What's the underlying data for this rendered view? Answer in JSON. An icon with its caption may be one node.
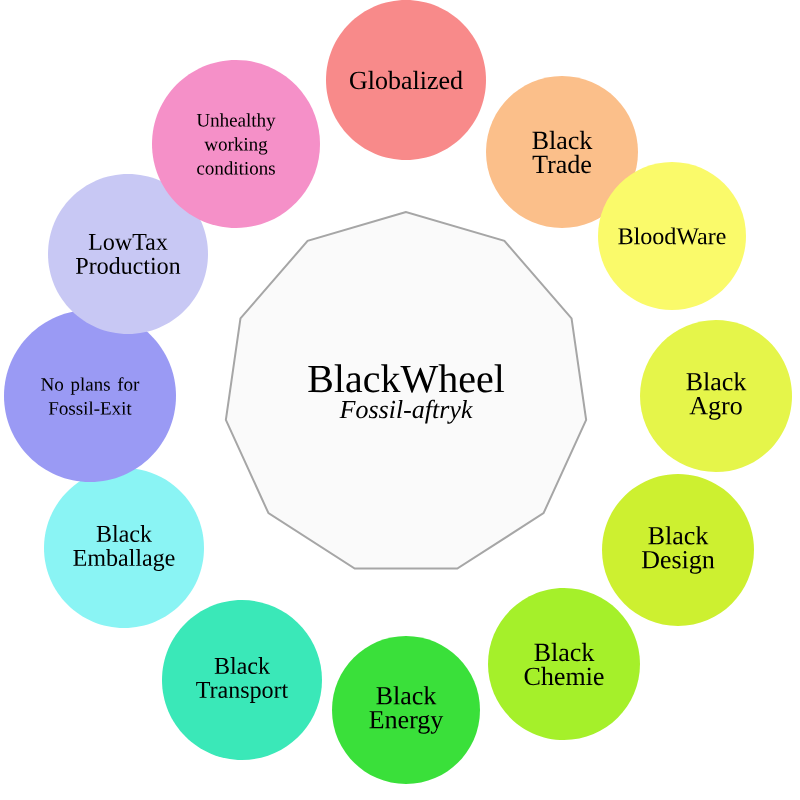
{
  "diagram": {
    "nodes": [
      {
        "text": [
          "BlackWheel",
          "Fossil-aftryk"
        ]
      },
      {
        "text": [
          "Globalized"
        ]
      },
      {
        "text": [
          "Black Trade"
        ]
      },
      {
        "text": [
          "BloodWare"
        ]
      },
      {
        "text": [
          "Black Agro"
        ]
      },
      {
        "text": [
          "Black Design"
        ]
      },
      {
        "text": [
          "Black Chemie"
        ]
      },
      {
        "text": [
          "Black Energy"
        ]
      },
      {
        "text": [
          "Black Transport"
        ]
      },
      {
        "text": [
          "Black Emballage"
        ]
      },
      {
        "text": [
          "No plans for Fossil-Exit"
        ]
      },
      {
        "text": [
          "LowTax Production"
        ]
      },
      {
        "text": [
          "Unhealthy working conditions"
        ]
      }
    ]
  }
}
